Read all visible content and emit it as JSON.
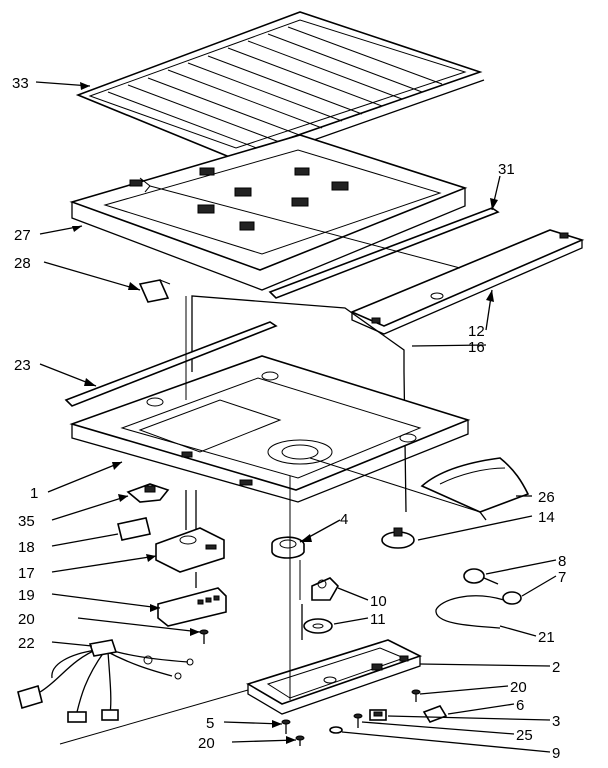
{
  "callouts": [
    {
      "id": "33",
      "text": "33"
    },
    {
      "id": "31",
      "text": "31"
    },
    {
      "id": "27",
      "text": "27"
    },
    {
      "id": "28",
      "text": "28"
    },
    {
      "id": "12",
      "text": "12"
    },
    {
      "id": "16",
      "text": "16"
    },
    {
      "id": "23",
      "text": "23"
    },
    {
      "id": "1",
      "text": "1"
    },
    {
      "id": "26",
      "text": "26"
    },
    {
      "id": "35",
      "text": "35"
    },
    {
      "id": "14",
      "text": "14"
    },
    {
      "id": "4",
      "text": "4"
    },
    {
      "id": "18",
      "text": "18"
    },
    {
      "id": "17",
      "text": "17"
    },
    {
      "id": "8",
      "text": "8"
    },
    {
      "id": "7",
      "text": "7"
    },
    {
      "id": "19",
      "text": "19"
    },
    {
      "id": "10",
      "text": "10"
    },
    {
      "id": "20a",
      "text": "20"
    },
    {
      "id": "11",
      "text": "11"
    },
    {
      "id": "22",
      "text": "22"
    },
    {
      "id": "21",
      "text": "21"
    },
    {
      "id": "2",
      "text": "2"
    },
    {
      "id": "20b",
      "text": "20"
    },
    {
      "id": "6",
      "text": "6"
    },
    {
      "id": "5",
      "text": "5"
    },
    {
      "id": "3",
      "text": "3"
    },
    {
      "id": "25",
      "text": "25"
    },
    {
      "id": "20c",
      "text": "20"
    },
    {
      "id": "9",
      "text": "9"
    }
  ]
}
